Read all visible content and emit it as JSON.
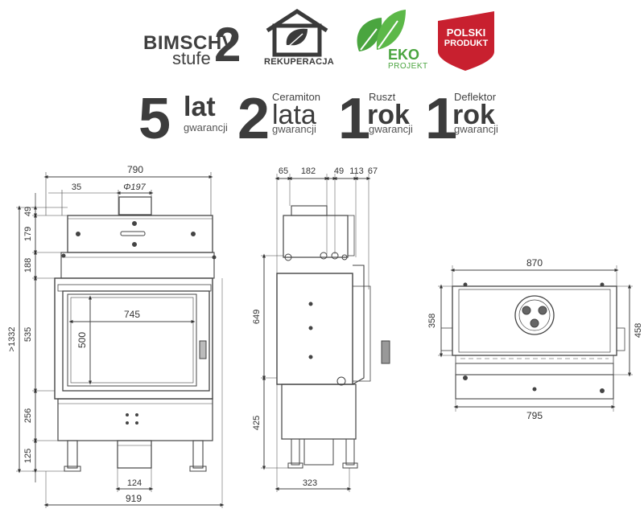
{
  "logos": {
    "bimsch": {
      "line1": "BIMSCHV",
      "line2": "stufe",
      "number": "2"
    },
    "rekuperacja": {
      "label": "REKUPERACJA",
      "icon": "house-leaf-icon"
    },
    "eko": {
      "label": "EKO",
      "sub": "PROJEKT",
      "icon": "green-leaves-icon",
      "color": "#4aa53f"
    },
    "polski": {
      "line1": "POLSKI",
      "line2": "PRODUKT",
      "color": "#c8202f"
    }
  },
  "guarantees": [
    {
      "number": "5",
      "top": "",
      "word": "lat",
      "sub": "gwarancji"
    },
    {
      "number": "2",
      "top": "Ceramiton",
      "word": "lata",
      "sub": "gwarancji"
    },
    {
      "number": "1",
      "top": "Ruszt",
      "word": "rok",
      "sub": "gwarancji"
    },
    {
      "number": "1",
      "top": "Deflektor",
      "word": "rok",
      "sub": "gwarancji"
    }
  ],
  "front_view": {
    "dim_top_width": "790",
    "dim_offset": "35",
    "dim_flue": "Φ197",
    "dim_glass_width": "745",
    "dim_glass_height": "500",
    "dim_left_stack": [
      "49",
      "179",
      "188",
      "535",
      "256",
      "125"
    ],
    "dim_total_height": ">1332",
    "dim_inlet": "124",
    "dim_total_width": "919"
  },
  "side_view": {
    "dim_top": [
      "65",
      "182",
      "49",
      "113",
      "67"
    ],
    "dim_649": "649",
    "dim_425": "425",
    "dim_bottom": "323"
  },
  "top_view": {
    "dim_width": "870",
    "dim_depth_inner": "358",
    "dim_depth_outer": "458",
    "dim_bottom_width": "795"
  }
}
